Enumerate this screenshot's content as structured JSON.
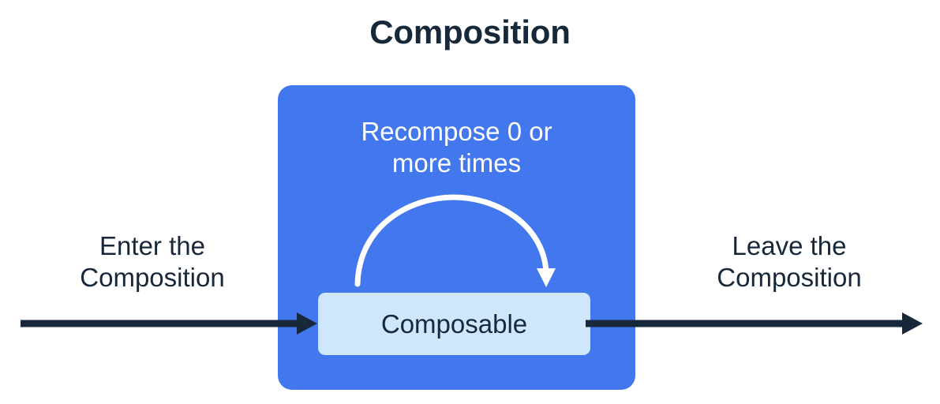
{
  "title": "Composition",
  "colors": {
    "background": "#ffffff",
    "composition_blue": "#4277ee",
    "composable_light_blue": "#cfe7fb",
    "text_dark": "#17283a",
    "text_light": "#ffffff",
    "arrow_dark": "#17283a",
    "recompose_arrow": "#ffffff"
  },
  "composition": {
    "recompose_label": {
      "line1": "Recompose 0 or",
      "line2": "more times"
    },
    "composable_label": "Composable"
  },
  "flow": {
    "enter": {
      "line1": "Enter the",
      "line2": "Composition"
    },
    "leave": {
      "line1": "Leave the",
      "line2": "Composition"
    }
  },
  "icons": {
    "enter_arrow": "arrow-right-icon",
    "leave_arrow": "arrow-right-icon",
    "recompose_arrow": "curved-loop-arrow-icon"
  }
}
